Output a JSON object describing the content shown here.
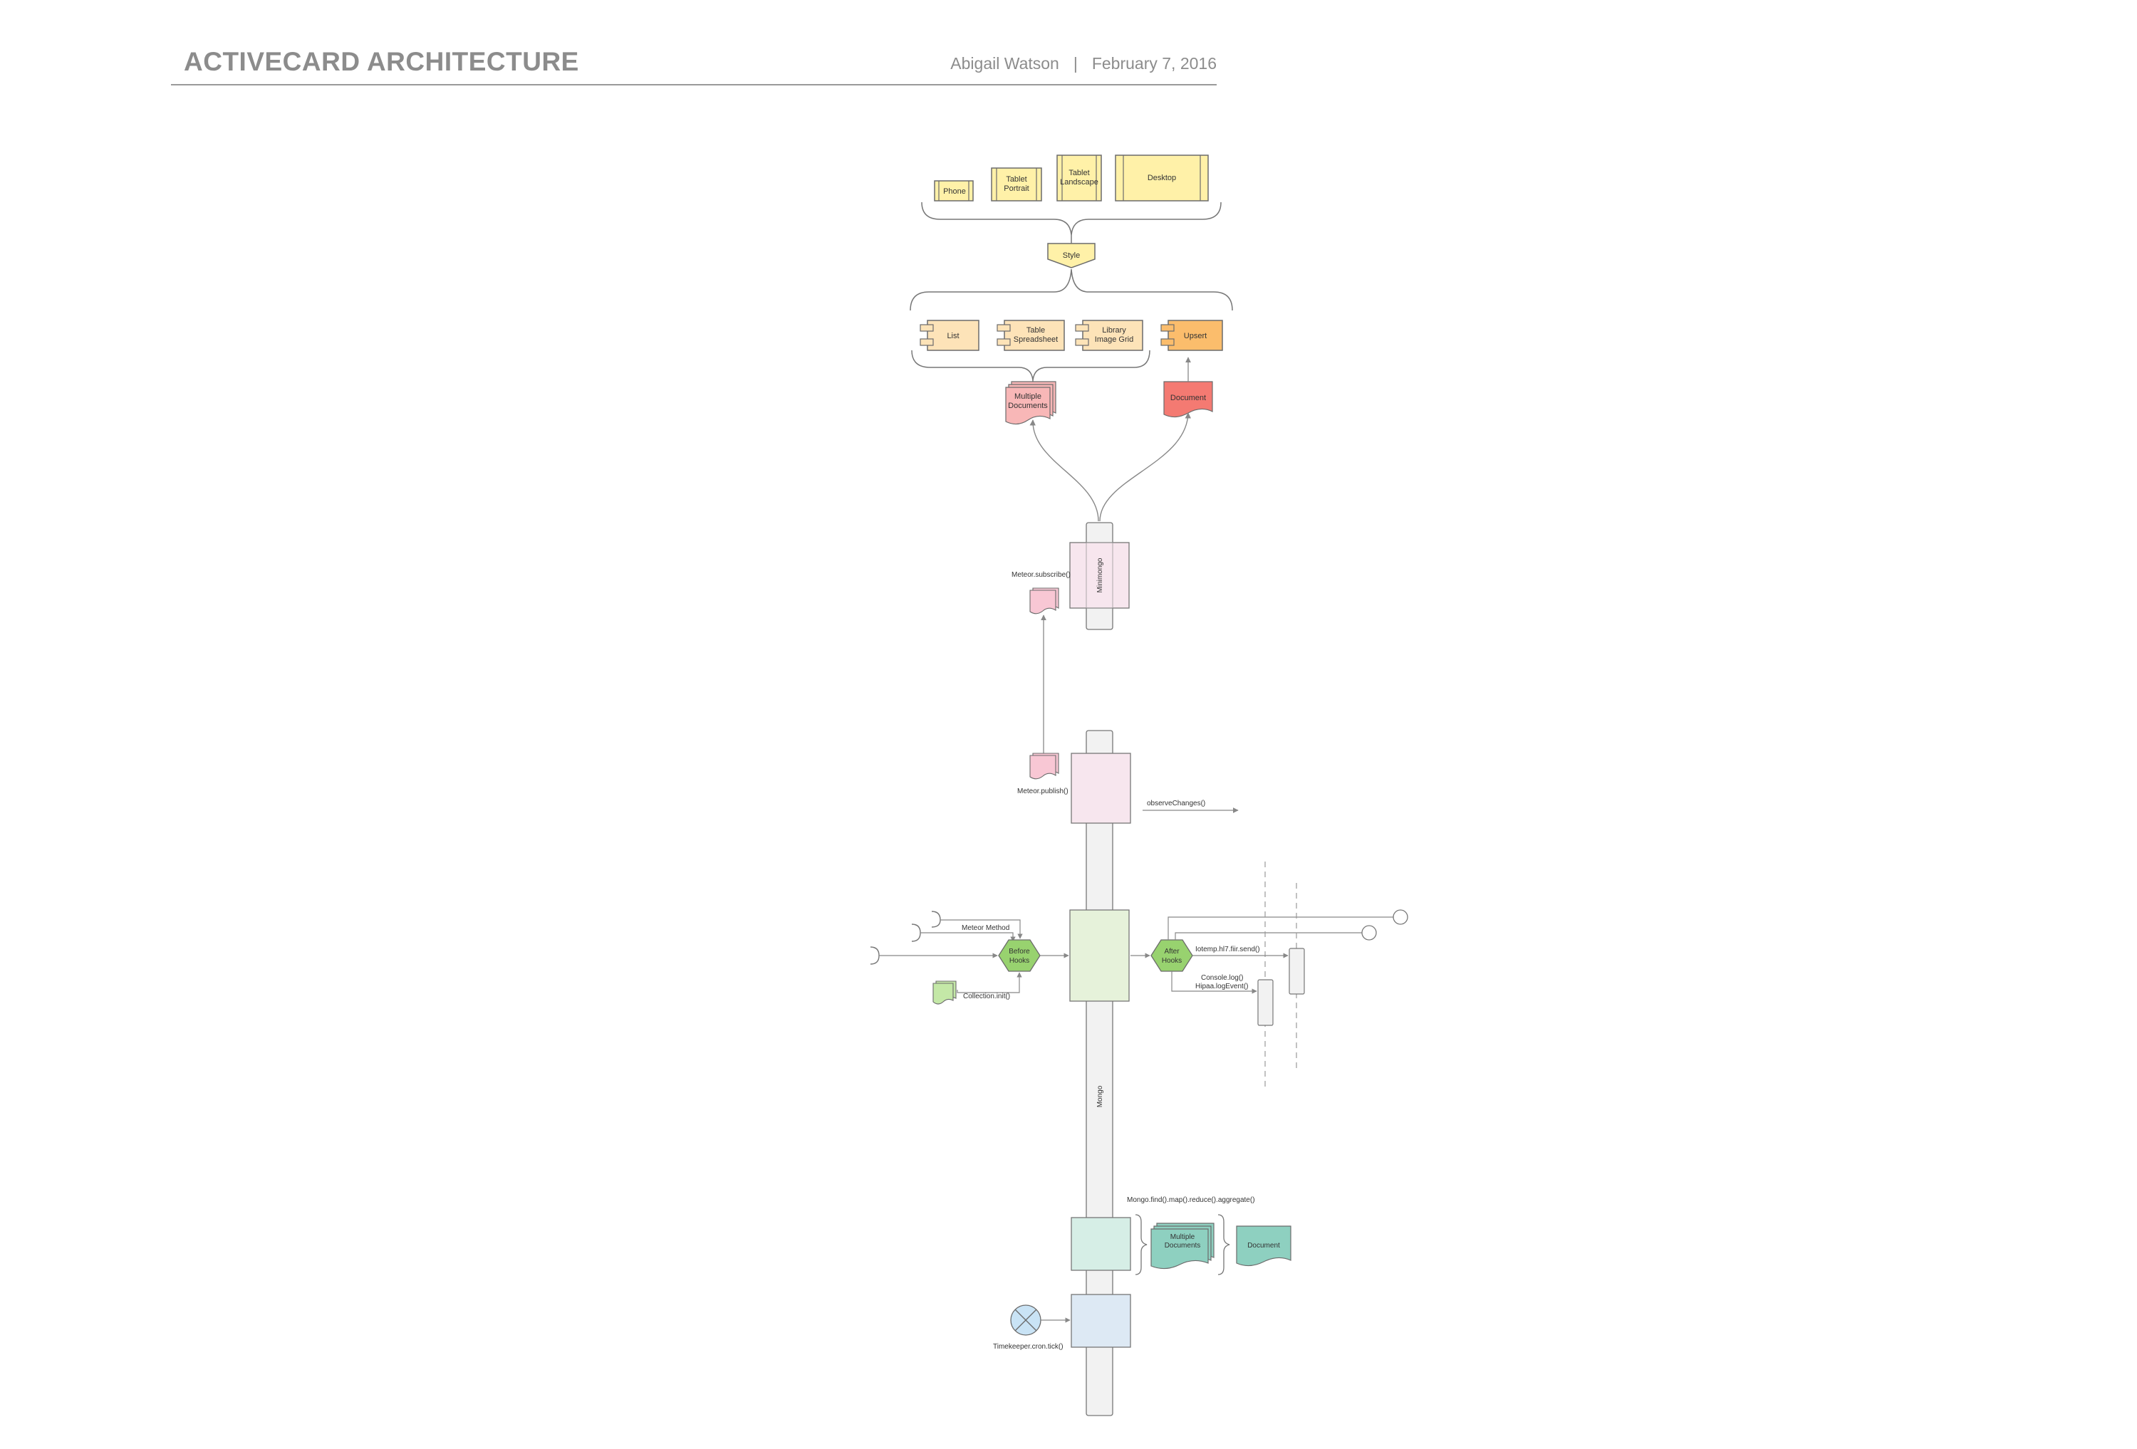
{
  "header": {
    "title": "ACTIVECARD ARCHITECTURE",
    "author": "Abigail Watson",
    "separator": "|",
    "date": "February 7, 2016"
  },
  "devices": {
    "phone": "Phone",
    "tablet_portrait": [
      "Tablet",
      "Portrait"
    ],
    "tablet_landscape": [
      "Tablet",
      "Landscape"
    ],
    "desktop": "Desktop"
  },
  "style_label": "Style",
  "components": {
    "list": "List",
    "table": [
      "Table",
      "Spreadsheet"
    ],
    "library": [
      "Library",
      "Image Grid"
    ],
    "upsert": "Upsert"
  },
  "documents": {
    "multiple": [
      "Multiple",
      "Documents"
    ],
    "single": "Document"
  },
  "minimongo_label": "Minimongo",
  "mongo_label": "Mongo",
  "calls": {
    "subscribe": "Meteor.subscribe()",
    "publish": "Meteor.publish()",
    "observe": "observeChanges()",
    "method": "Meteor Method",
    "collection_init": "Collection.init()",
    "hl7_send": "Iotemp.hl7.fiir.send()",
    "console_log": "Console.log()",
    "hipaa_log": "Hipaa.logEvent()",
    "mongo_ops": "Mongo.find().map().reduce().aggregate()",
    "timekeeper": "Timekeeper.cron.tick()"
  },
  "hooks": {
    "before": [
      "Before",
      "Hooks"
    ],
    "after": [
      "After",
      "Hooks"
    ]
  },
  "colors": {
    "device_fill": "#fff1a8",
    "component_fill": "#fde3b8",
    "upsert_fill": "#fbbd6c",
    "doc_pink": "#f8b7b7",
    "doc_red": "#f47a72",
    "pink_bg": "#f7e6ee",
    "green_bg": "#e6f2da",
    "hook_green": "#98d26f",
    "teal_bg": "#d6eee6",
    "teal_doc": "#8ed0c0",
    "blue_bg": "#dde9f4",
    "lane_gray": "#f2f2f2"
  }
}
